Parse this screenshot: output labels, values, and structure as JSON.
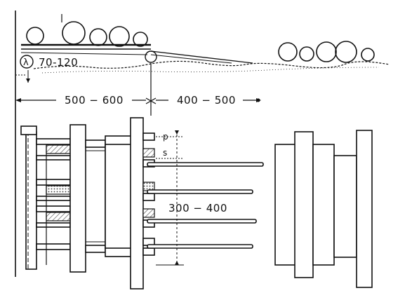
{
  "labels": {
    "lambda": "λ",
    "range_70_120": "70-120",
    "range_500_600": "500 − 600",
    "range_400_500": "400 − 500",
    "range_300_400": "300 − 400",
    "p": "p",
    "s": "s"
  }
}
